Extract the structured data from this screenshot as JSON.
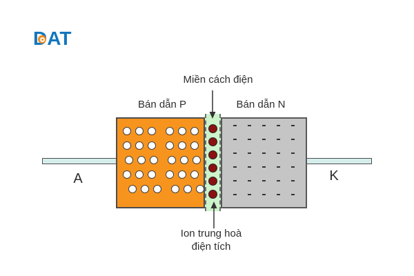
{
  "logo": {
    "text": "DAT"
  },
  "colors": {
    "logo_blue": "#1377BD",
    "logo_orange": "#F08A1D",
    "p_fill": "#F7941E",
    "n_fill": "#C5C5C5",
    "depletion_fill": "#CDF3CB",
    "ion_fill": "#8B1111",
    "lead_fill": "#D5EEEC",
    "outline": "#4D4D4D"
  },
  "diagram": {
    "label_depletion": "Miền cách điện",
    "label_p": "Bán dẫn P",
    "label_n": "Bán dẫn N",
    "label_ion_line1": "Ion trung hoà",
    "label_ion_line2": "điện tích",
    "label_anode": "A",
    "label_cathode": "K",
    "p_holes": {
      "rows": 5,
      "cols": 6,
      "group_size": 3,
      "row_offsets": [
        0,
        0,
        3,
        0,
        8
      ],
      "symbol": "o"
    },
    "n_charges": {
      "rows": 6,
      "cols": 5,
      "symbol": "-"
    },
    "ions": {
      "count": 6
    }
  }
}
